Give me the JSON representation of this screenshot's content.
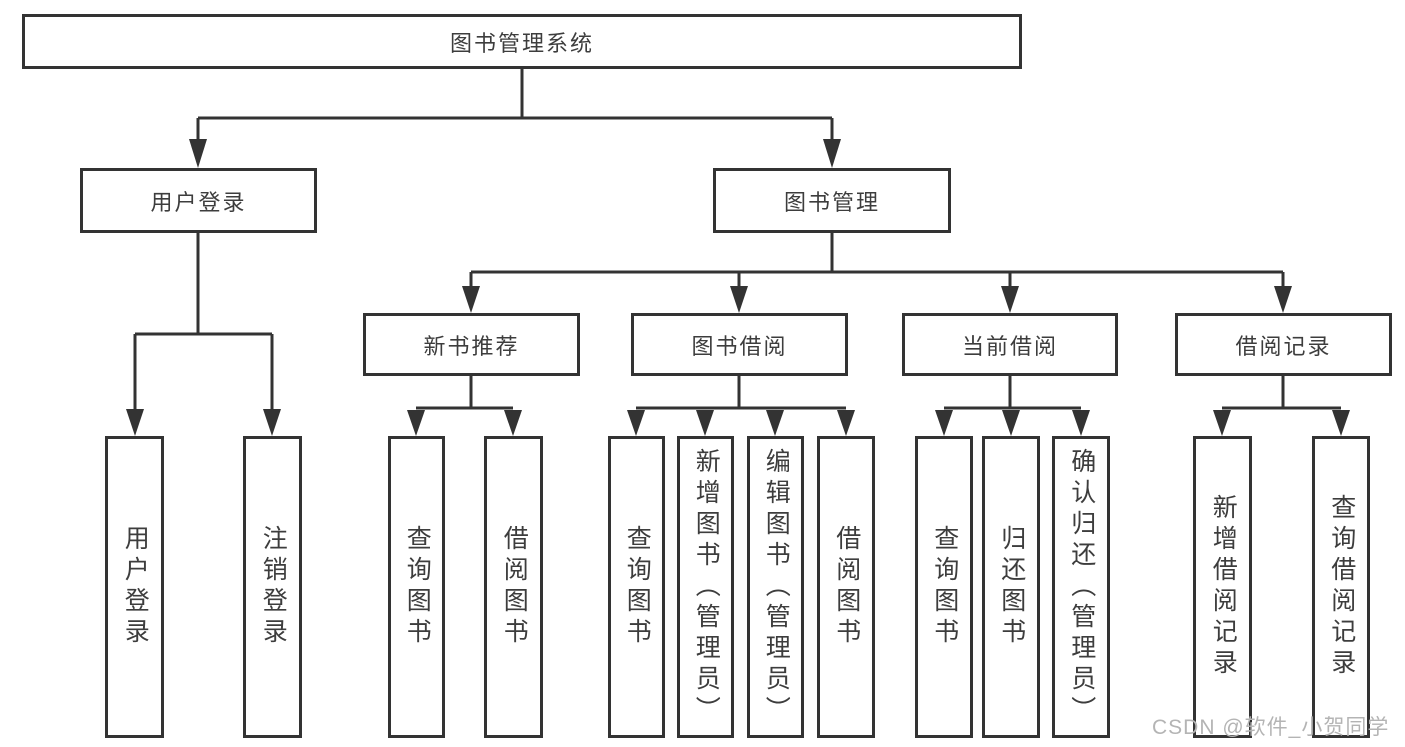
{
  "diagram": {
    "root": {
      "label": "图书管理系统"
    },
    "level1": [
      {
        "label": "用户登录"
      },
      {
        "label": "图书管理"
      }
    ],
    "level2": [
      {
        "label": "新书推荐"
      },
      {
        "label": "图书借阅"
      },
      {
        "label": "当前借阅"
      },
      {
        "label": "借阅记录"
      }
    ],
    "leaves": [
      {
        "label": "用户登录"
      },
      {
        "label": "注销登录"
      },
      {
        "label": "查询图书"
      },
      {
        "label": "借阅图书"
      },
      {
        "label": "查询图书"
      },
      {
        "label": "新增图书（管理员）"
      },
      {
        "label": "编辑图书（管理员）"
      },
      {
        "label": "借阅图书"
      },
      {
        "label": "查询图书"
      },
      {
        "label": "归还图书"
      },
      {
        "label": "确认归还（管理员）"
      },
      {
        "label": "新增借阅记录"
      },
      {
        "label": "查询借阅记录"
      }
    ]
  },
  "watermark": {
    "text": "CSDN @软件_小贺同学"
  },
  "colors": {
    "line": "#333333",
    "text": "#3d3d3d",
    "watermark": "#b4b4b4",
    "background": "#ffffff"
  }
}
